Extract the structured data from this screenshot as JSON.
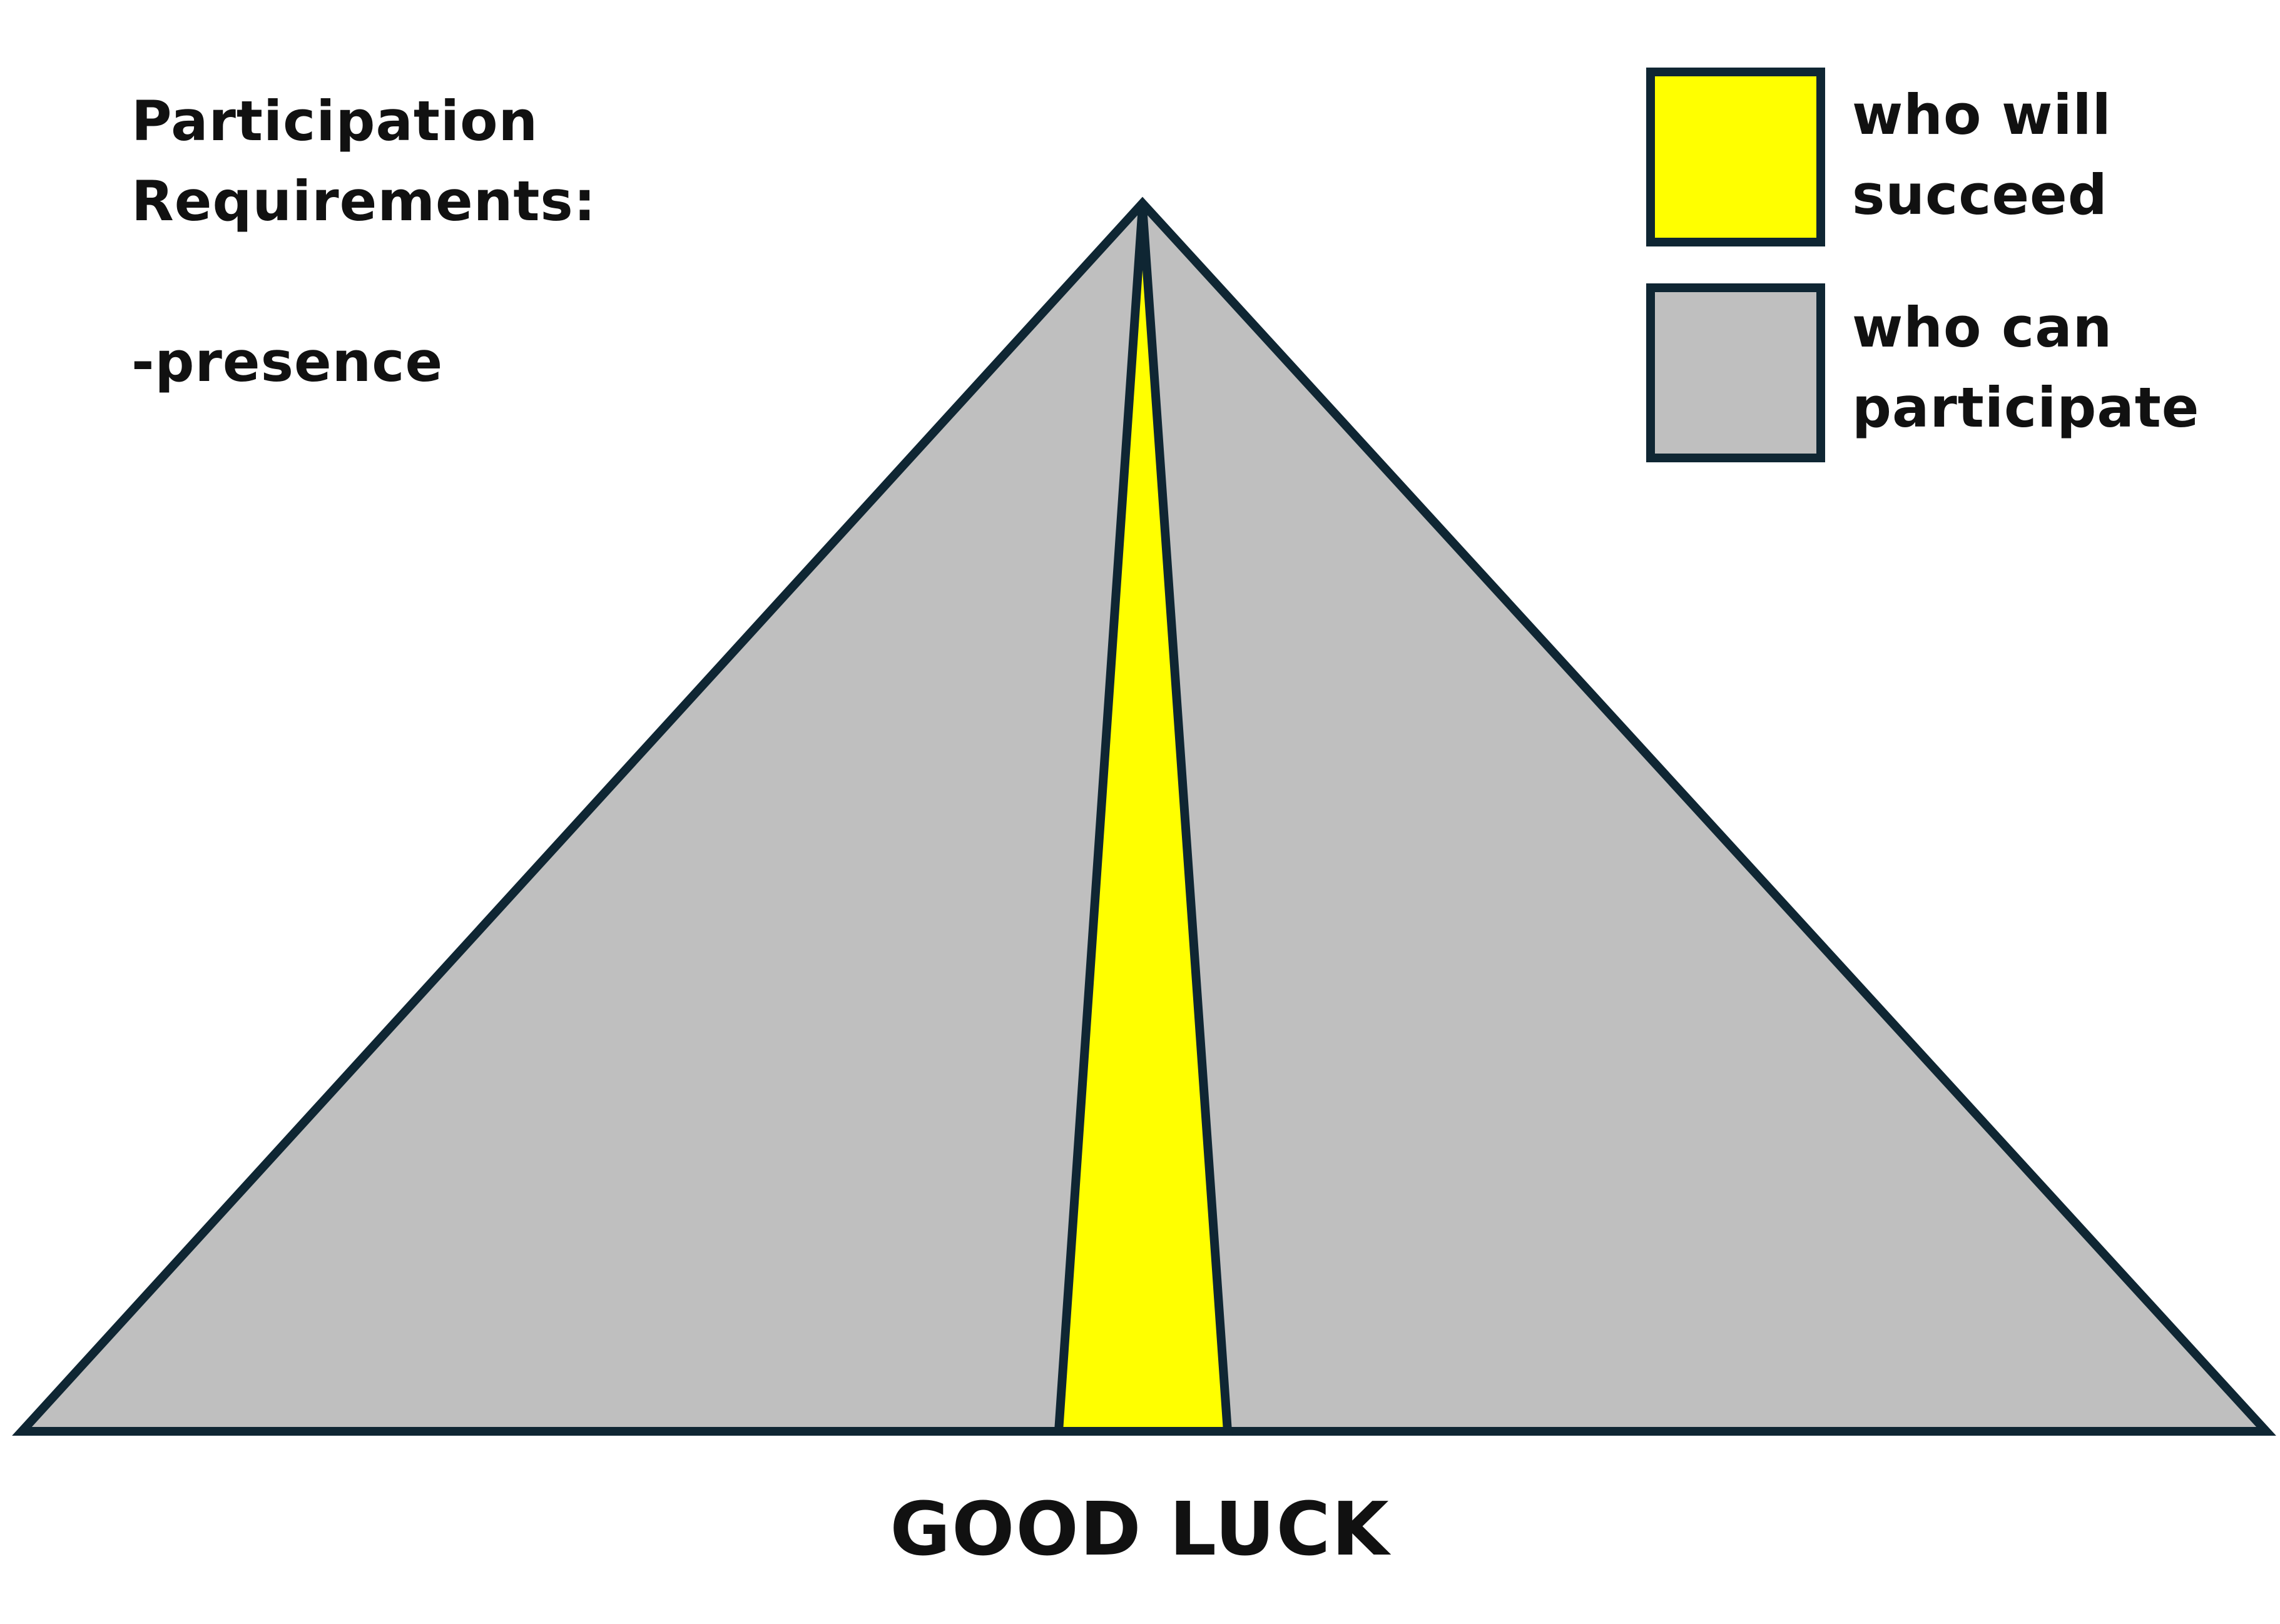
{
  "requirements": {
    "title_line1": "Participation",
    "title_line2": "Requirements:",
    "item": "-presence"
  },
  "legend": [
    {
      "line1": "who will",
      "line2": "succeed",
      "color": "#ffff00",
      "icon": "yellow-swatch"
    },
    {
      "line1": "who can",
      "line2": "participate",
      "color": "#bfbfbf",
      "icon": "gray-swatch"
    }
  ],
  "caption": "GOOD LUCK",
  "colors": {
    "outline": "#0f2633",
    "participate_fill": "#bfbfbf",
    "succeed_fill": "#ffff00",
    "background": "#ffffff"
  }
}
